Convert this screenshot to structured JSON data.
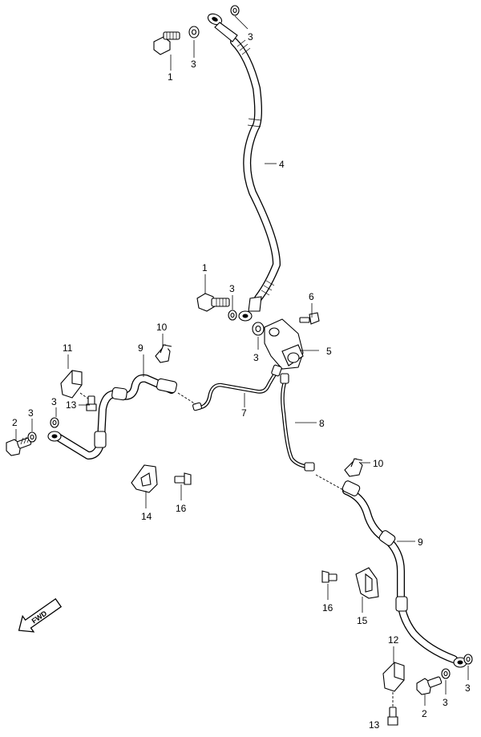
{
  "diagram": {
    "fwd_label": "FWD",
    "callouts": [
      {
        "id": "c-1a",
        "text": "1"
      },
      {
        "id": "c-3a",
        "text": "3"
      },
      {
        "id": "c-3b",
        "text": "3"
      },
      {
        "id": "c-4",
        "text": "4"
      },
      {
        "id": "c-1b",
        "text": "1"
      },
      {
        "id": "c-3c",
        "text": "3"
      },
      {
        "id": "c-3d",
        "text": "3"
      },
      {
        "id": "c-6",
        "text": "6"
      },
      {
        "id": "c-5",
        "text": "5"
      },
      {
        "id": "c-10a",
        "text": "10"
      },
      {
        "id": "c-9a",
        "text": "9"
      },
      {
        "id": "c-11",
        "text": "11"
      },
      {
        "id": "c-13a",
        "text": "13"
      },
      {
        "id": "c-3e",
        "text": "3"
      },
      {
        "id": "c-3f",
        "text": "3"
      },
      {
        "id": "c-2a",
        "text": "2"
      },
      {
        "id": "c-7",
        "text": "7"
      },
      {
        "id": "c-8",
        "text": "8"
      },
      {
        "id": "c-10b",
        "text": "10"
      },
      {
        "id": "c-14",
        "text": "14"
      },
      {
        "id": "c-16a",
        "text": "16"
      },
      {
        "id": "c-9b",
        "text": "9"
      },
      {
        "id": "c-16b",
        "text": "16"
      },
      {
        "id": "c-15",
        "text": "15"
      },
      {
        "id": "c-12",
        "text": "12"
      },
      {
        "id": "c-3g",
        "text": "3"
      },
      {
        "id": "c-3h",
        "text": "3"
      },
      {
        "id": "c-2b",
        "text": "2"
      },
      {
        "id": "c-13b",
        "text": "13"
      }
    ]
  }
}
